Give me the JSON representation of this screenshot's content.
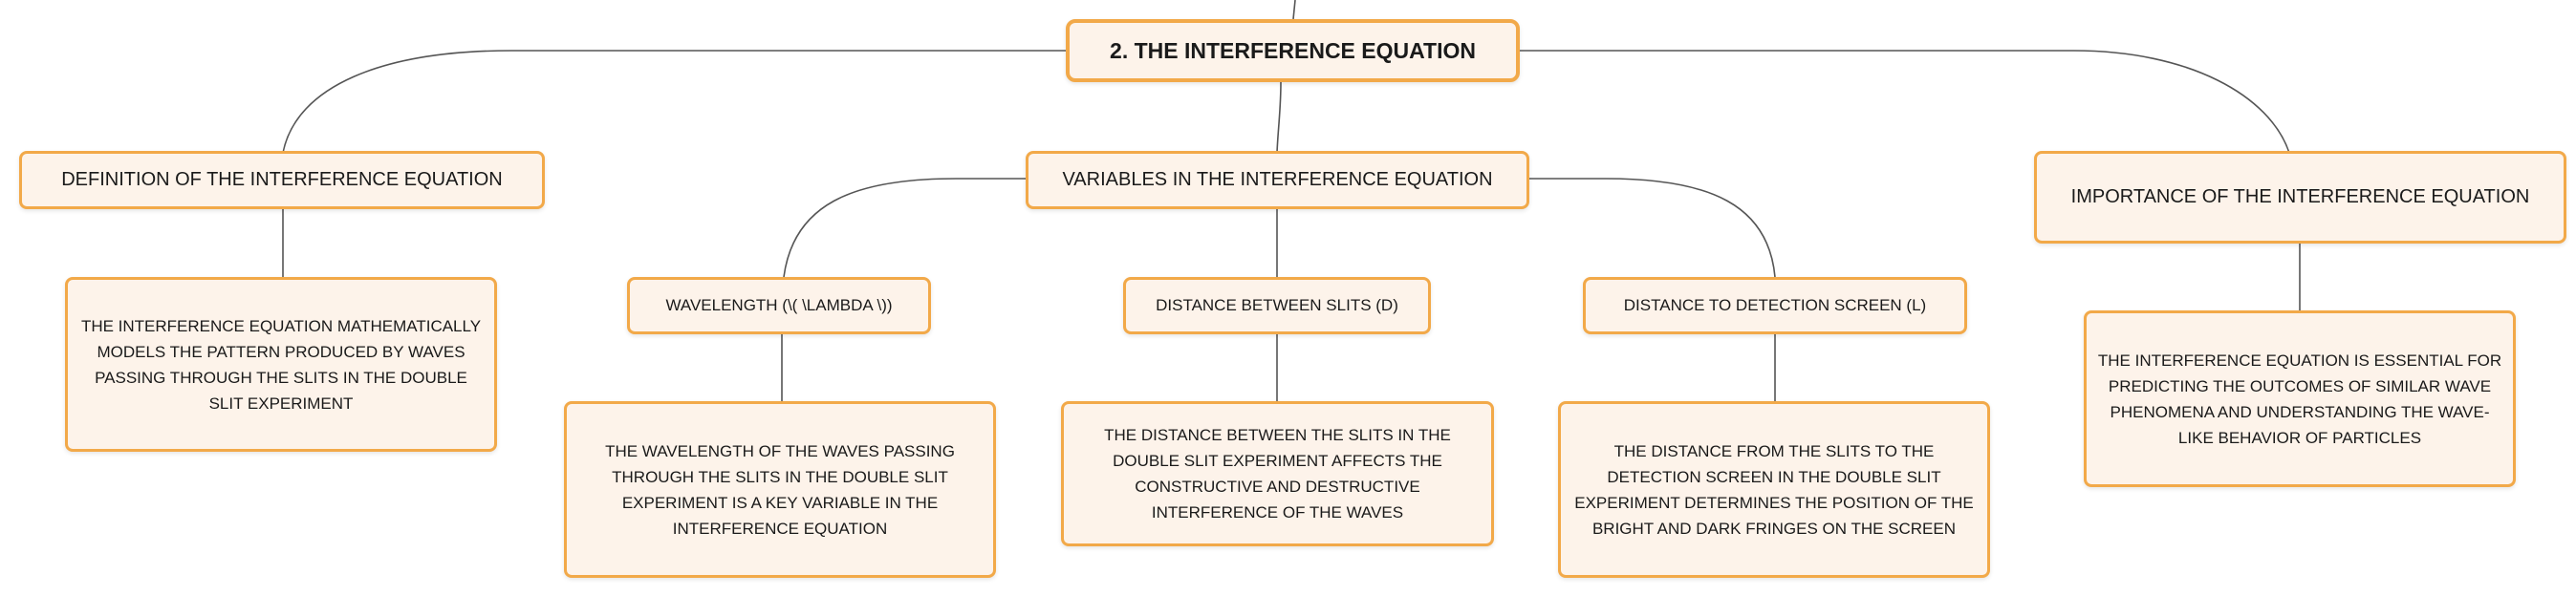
{
  "root": {
    "label": "2. The Interference Equation"
  },
  "branches": {
    "definition": {
      "label": "Definition of the Interference Equation",
      "detail": "The interference equation mathematically models the pattern produced by waves passing through the slits in the double slit experiment"
    },
    "variables": {
      "label": "Variables in the Interference Equation",
      "wavelength": {
        "label": "Wavelength (\\( \\lambda \\))",
        "detail": "The wavelength of the waves passing through the slits in the double slit experiment is a key variable in the interference equation"
      },
      "slit_distance": {
        "label": "Distance between slits (d)",
        "detail": "The distance between the slits in the double slit experiment affects the constructive and destructive interference of the waves"
      },
      "screen_distance": {
        "label": "Distance to detection screen (L)",
        "detail": "The distance from the slits to the detection screen in the double slit experiment determines the position of the bright and dark fringes on the screen"
      }
    },
    "importance": {
      "label": "Importance of the Interference Equation",
      "detail": "The interference equation is essential for predicting the outcomes of similar wave phenomena and understanding the wave-like behavior of particles"
    }
  },
  "colors": {
    "node_fill": "#fdf3ea",
    "node_border": "#f2a949",
    "connector": "#555555"
  }
}
